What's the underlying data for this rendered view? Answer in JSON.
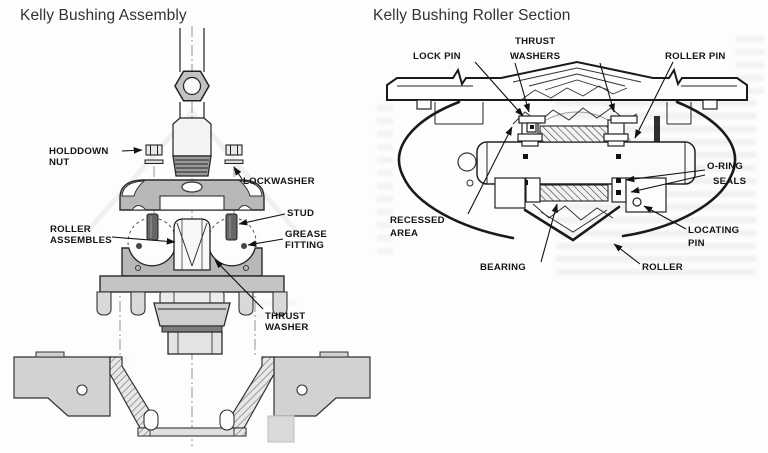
{
  "page": {
    "bg": "#fdfdfd"
  },
  "colors": {
    "ink": "#1f1f1f",
    "line": "#222222",
    "metal_gray": "#b8b8b8",
    "title_gray": "#333333"
  },
  "figures": {
    "assembly": {
      "title": "Kelly Bushing Assembly",
      "labels": {
        "holddown_nut_1": "HOLDDOWN",
        "holddown_nut_2": "NUT",
        "lockwasher": "LOCKWASHER",
        "roller_assembles_1": "ROLLER",
        "roller_assembles_2": "ASSEMBLES",
        "stud": "STUD",
        "grease_fitting_1": "GREASE",
        "grease_fitting_2": "FITTING",
        "thrust_washer_1": "THRUST",
        "thrust_washer_2": "WASHER"
      }
    },
    "roller_section": {
      "title": "Kelly Bushing Roller Section",
      "labels": {
        "lock_pin": "LOCK PIN",
        "thrust_washers_1": "THRUST",
        "thrust_washers_2": "WASHERS",
        "roller_pin": "ROLLER PIN",
        "o_ring_seals_1": "O-RING",
        "o_ring_seals_2": "SEALS",
        "recessed_area_1": "RECESSED",
        "recessed_area_2": "AREA",
        "locating_pin_1": "LOCATING",
        "locating_pin_2": "PIN",
        "bearing": "BEARING",
        "roller": "ROLLER"
      }
    }
  }
}
